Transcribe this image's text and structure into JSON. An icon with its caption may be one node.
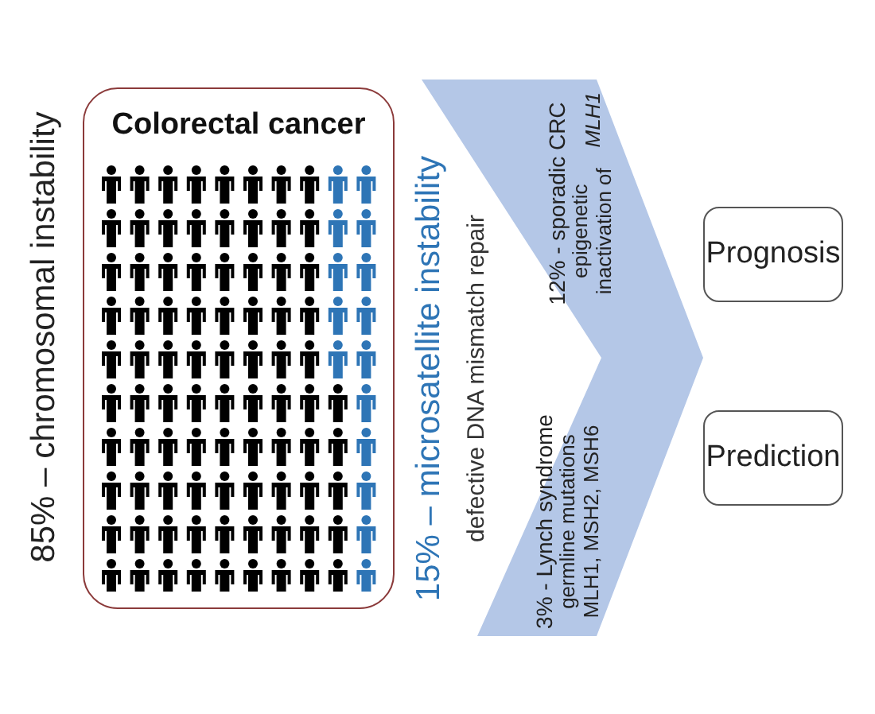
{
  "diagram": {
    "nodes": [
      {
        "text": [
          "Colorectal cancer"
        ]
      },
      {
        "text": [
          "3% - Lynch syndrome",
          "germline mutations MLH1, MSH2, MSH6",
          "12% - sporadic CRC",
          "epigenetic inactivation of *MLH1*"
        ]
      },
      {
        "text": [
          "Prognosis"
        ]
      },
      {
        "text": [
          "Prediction"
        ]
      }
    ],
    "edges": [],
    "labels": [
      "85% – chromosomal instability",
      "15% – microsatellite instability",
      "defective DNA mismatch repair"
    ]
  }
}
